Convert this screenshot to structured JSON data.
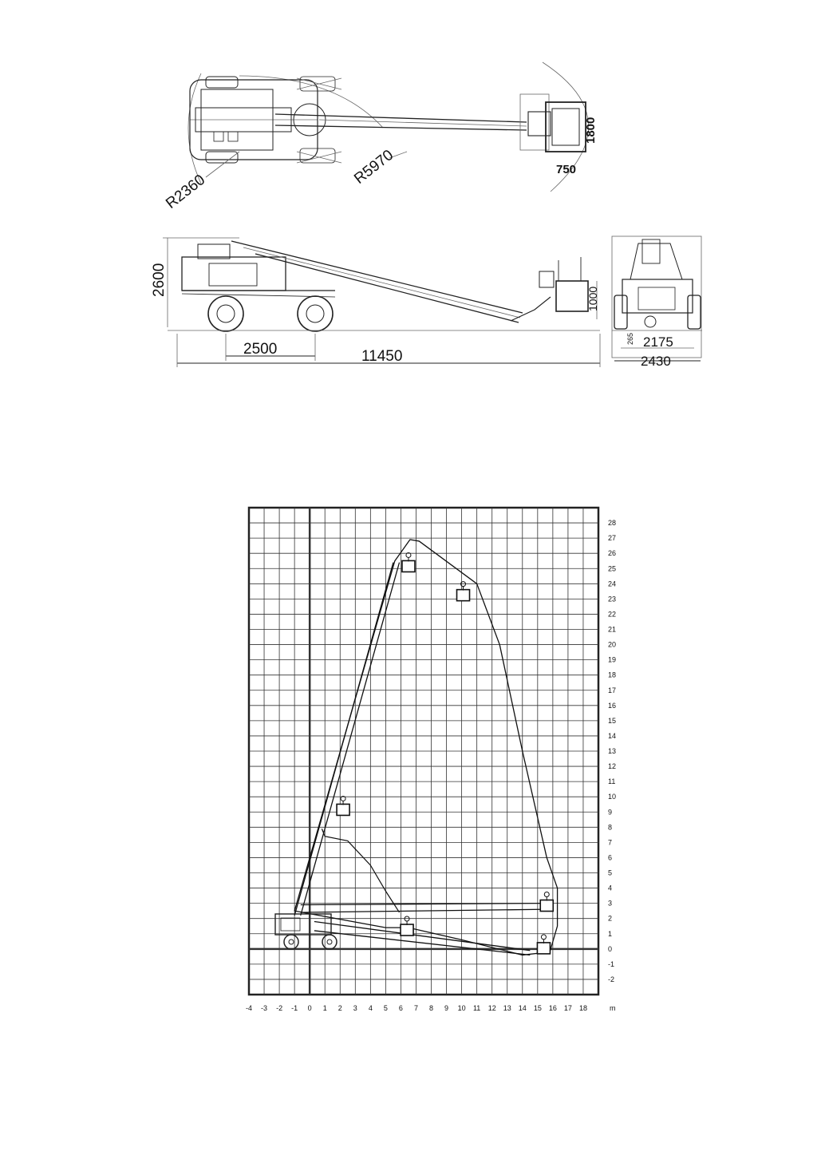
{
  "top_view": {
    "radius_outer": "R2360",
    "radius_boom": "R5970",
    "platform_width": "1800",
    "platform_depth": "750"
  },
  "side_view": {
    "height": "2600",
    "wheelbase": "2500",
    "overall_length": "11450",
    "platform_rail": "1000"
  },
  "front_view": {
    "ground_clearance": "265",
    "track": "2175",
    "overall_width": "2430"
  },
  "reach_chart": {
    "x_unit": "m",
    "x_ticks": [
      "-4",
      "-3",
      "-2",
      "-1",
      "0",
      "1",
      "2",
      "3",
      "4",
      "5",
      "6",
      "7",
      "8",
      "9",
      "10",
      "11",
      "12",
      "13",
      "14",
      "15",
      "16",
      "17",
      "18"
    ],
    "y_ticks": [
      "-2",
      "-1",
      "0",
      "1",
      "2",
      "3",
      "4",
      "5",
      "6",
      "7",
      "8",
      "9",
      "10",
      "11",
      "12",
      "13",
      "14",
      "15",
      "16",
      "17",
      "18",
      "19",
      "20",
      "21",
      "22",
      "23",
      "24",
      "25",
      "26",
      "27",
      "28"
    ],
    "x_range": [
      -4,
      19
    ],
    "y_range": [
      -3,
      29
    ],
    "axis_x": 0,
    "axis_y": 0,
    "envelope": [
      [
        -1,
        2.5
      ],
      [
        5.6,
        25.5
      ],
      [
        6.6,
        26.9
      ],
      [
        7.2,
        26.8
      ],
      [
        11,
        24
      ],
      [
        12.5,
        20
      ],
      [
        14,
        13
      ],
      [
        15.6,
        6
      ],
      [
        16.3,
        4
      ],
      [
        16.3,
        1.5
      ],
      [
        15.8,
        -0.2
      ],
      [
        14,
        -0.4
      ],
      [
        10,
        0.6
      ],
      [
        6.5,
        1.4
      ],
      [
        5,
        1.4
      ]
    ],
    "boom_lines": [
      {
        "from": [
          -1,
          2.2
        ],
        "to": [
          5.5,
          25.4
        ]
      },
      {
        "from": [
          -0.6,
          2.2
        ],
        "to": [
          5.9,
          25.4
        ]
      },
      {
        "from": [
          -0.6,
          2.4
        ],
        "to": [
          15.2,
          2.6
        ]
      },
      {
        "from": [
          -0.6,
          2.9
        ],
        "to": [
          15.2,
          3.0
        ]
      },
      {
        "from": [
          0.3,
          1.2
        ],
        "to": [
          14.5,
          -0.4
        ]
      },
      {
        "from": [
          0.3,
          1.8
        ],
        "to": [
          14.5,
          -0.1
        ]
      }
    ],
    "inner_curve": [
      [
        0.8,
        7.9
      ],
      [
        1.0,
        7.4
      ],
      [
        2.5,
        7.1
      ],
      [
        4.0,
        5.5
      ],
      [
        5.0,
        3.8
      ],
      [
        5.9,
        2.4
      ]
    ],
    "baskets": [
      [
        6.5,
        25.2
      ],
      [
        10.1,
        23.3
      ],
      [
        2.2,
        9.2
      ],
      [
        15.6,
        2.9
      ],
      [
        6.4,
        1.3
      ],
      [
        15.4,
        0.1
      ]
    ]
  }
}
